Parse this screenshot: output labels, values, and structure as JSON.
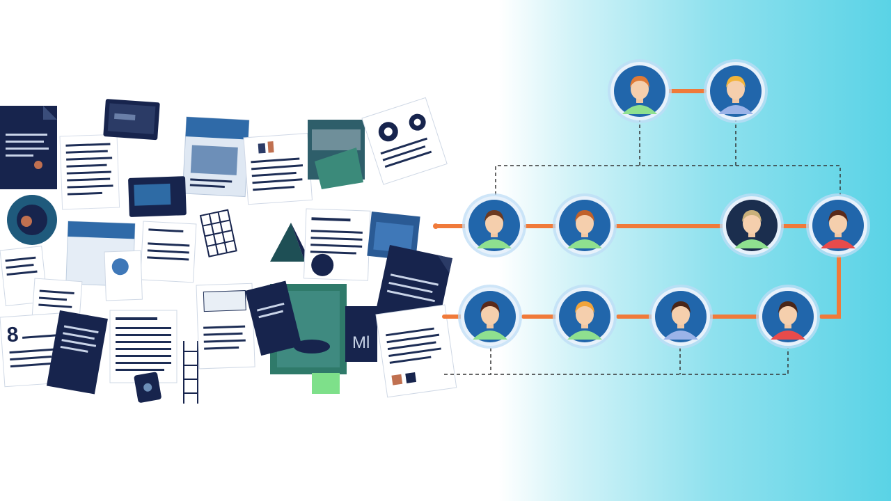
{
  "scene": {
    "left_cluster": "scattered-documents",
    "right_diagram": "people-network"
  },
  "colors": {
    "navy": "#17244d",
    "blue": "#2f6aa8",
    "teal": "#2f8a7a",
    "orange": "#f07a3a",
    "cyan": "#5ad3e6",
    "avatar_bg": "#1e63a8"
  },
  "avatars": [
    {
      "id": "a1",
      "hair": "#e07a36",
      "shirt": "#8fe08f",
      "bg": "#2166ab"
    },
    {
      "id": "a2",
      "hair": "#f2b43a",
      "shirt": "#9bb3e8",
      "bg": "#2166ab"
    },
    {
      "id": "a3",
      "hair": "#6b3a22",
      "shirt": "#8fe08f",
      "bg": "#2166ab"
    },
    {
      "id": "a4",
      "hair": "#c0612a",
      "shirt": "#8fe08f",
      "bg": "#2166ab"
    },
    {
      "id": "a5",
      "hair": "#c9b07a",
      "shirt": "#8fe08f",
      "bg": "#1b2e4e"
    },
    {
      "id": "a6",
      "hair": "#5a2a1a",
      "shirt": "#e84b4b",
      "bg": "#2166ab"
    },
    {
      "id": "a7",
      "hair": "#5a2a1a",
      "shirt": "#8fe08f",
      "bg": "#2166ab"
    },
    {
      "id": "a8",
      "hair": "#f2a43a",
      "shirt": "#8fe08f",
      "bg": "#2166ab"
    },
    {
      "id": "a9",
      "hair": "#4a2618",
      "shirt": "#9bb3e8",
      "bg": "#2166ab"
    },
    {
      "id": "a10",
      "hair": "#4a2618",
      "shirt": "#e84b4b",
      "bg": "#2166ab"
    }
  ]
}
